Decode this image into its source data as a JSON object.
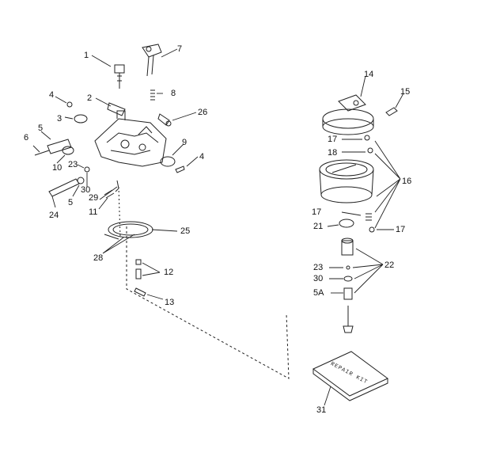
{
  "labels": [
    "1",
    "2",
    "3",
    "4",
    "4",
    "5",
    "5",
    "5A",
    "6",
    "7",
    "8",
    "9",
    "10",
    "11",
    "12",
    "13",
    "14",
    "15",
    "16",
    "17",
    "17",
    "17",
    "18",
    "21",
    "22",
    "23",
    "23",
    "24",
    "25",
    "26",
    "28",
    "29",
    "30",
    "30",
    "31"
  ],
  "kit_text": "REPAIR KIT"
}
